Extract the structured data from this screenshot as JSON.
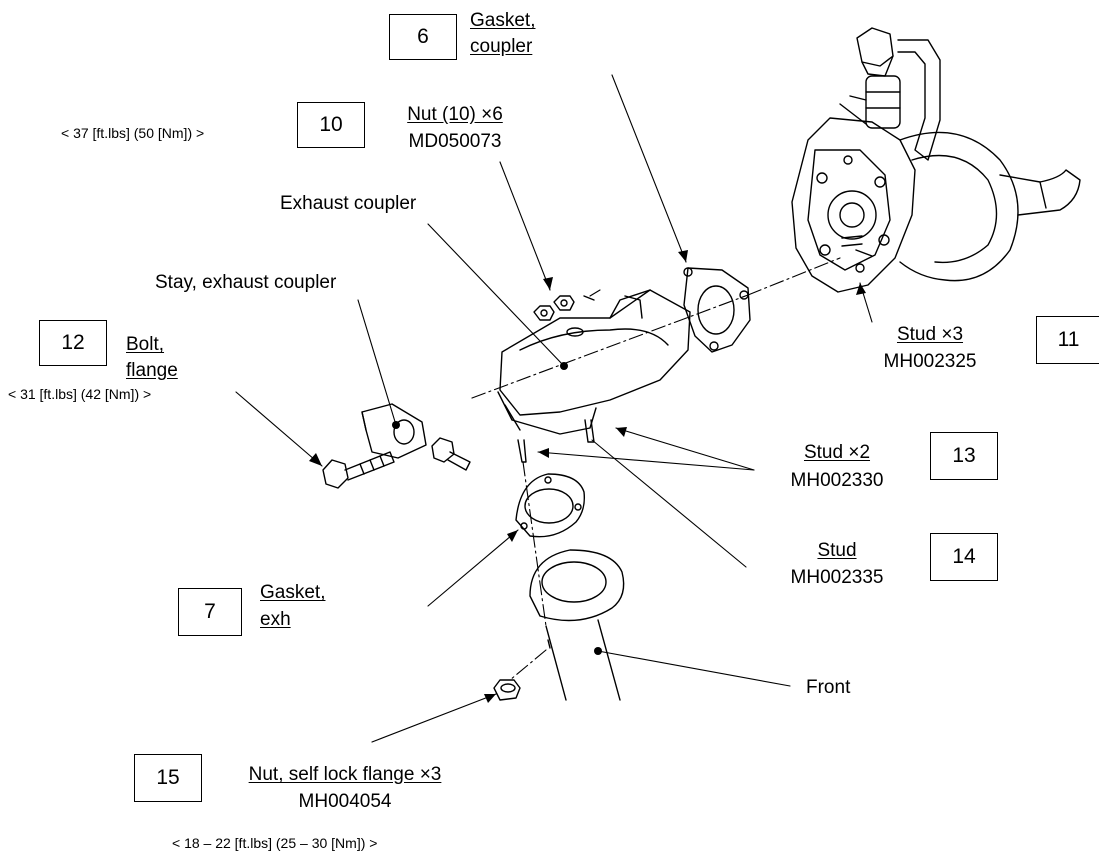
{
  "callouts": {
    "c6": {
      "number": "6",
      "name_line1": "Gasket,",
      "name_line2": "coupler"
    },
    "c10": {
      "number": "10",
      "name": "Nut (10) ×6",
      "part_no": "MD050073",
      "torque": "< 37 [ft.lbs] (50 [Nm]) >"
    },
    "c11": {
      "number": "11",
      "name": "Stud ×3",
      "part_no": "MH002325"
    },
    "c12": {
      "number": "12",
      "name_line1": "Bolt,",
      "name_line2": "flange",
      "torque": "< 31 [ft.lbs] (42 [Nm]) >"
    },
    "c13": {
      "number": "13",
      "name": "Stud ×2",
      "part_no": "MH002330"
    },
    "c14": {
      "number": "14",
      "name": "Stud",
      "part_no": "MH002335"
    },
    "c7": {
      "number": "7",
      "name_line1": "Gasket,",
      "name_line2": "exh"
    },
    "c15": {
      "number": "15",
      "name": "Nut, self lock flange ×3",
      "part_no": "MH004054",
      "torque": "< 18 – 22 [ft.lbs] (25 – 30 [Nm]) >"
    }
  },
  "labels": {
    "exhaust_coupler": "Exhaust coupler",
    "stay_exhaust_coupler": "Stay, exhaust coupler",
    "front": "Front"
  }
}
